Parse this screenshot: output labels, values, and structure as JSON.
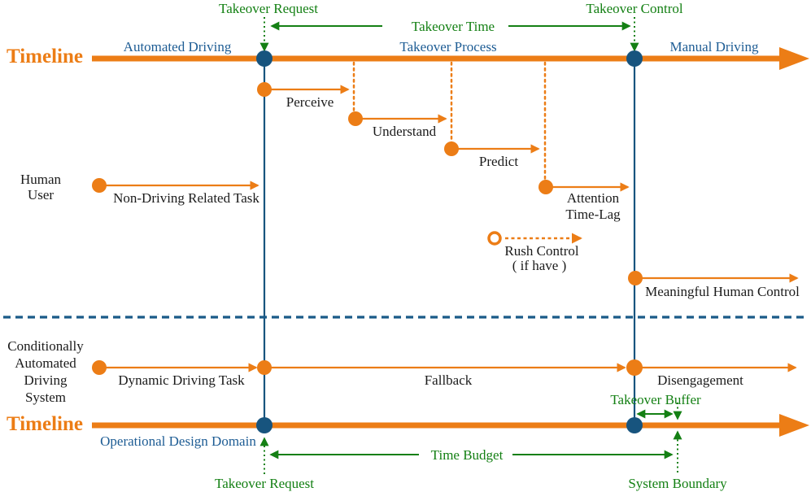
{
  "colors": {
    "orange": "#EC7D16",
    "blue_line": "#17547E",
    "blue_text": "#1D5C94",
    "green": "#148014",
    "black": "#1B1B1B",
    "dashed_divider_blue": "#1A5B88"
  },
  "top_timeline": {
    "title": "Timeline",
    "phase_automated": "Automated Driving",
    "phase_process": "Takeover Process",
    "phase_manual": "Manual Driving",
    "takeover_request": "Takeover Request",
    "takeover_time": "Takeover Time",
    "takeover_control": "Takeover Control"
  },
  "human": {
    "actor_line1": "Human",
    "actor_line2": "User",
    "non_driving_related_task": "Non-Driving Related Task",
    "perceive": "Perceive",
    "understand": "Understand",
    "predict": "Predict",
    "attention_line1": "Attention",
    "attention_line2": "Time-Lag",
    "rush_control_line1": "Rush Control",
    "rush_control_line2": "( if have )",
    "meaningful_human_control": "Meaningful Human Control"
  },
  "system": {
    "actor_line1": "Conditionally",
    "actor_line2": "Automated",
    "actor_line3": "Driving",
    "actor_line4": "System",
    "dynamic_driving_task": "Dynamic Driving Task",
    "fallback": "Fallback",
    "disengagement": "Disengagement"
  },
  "bottom_timeline": {
    "title": "Timeline",
    "operational_design_domain": "Operational Design Domain",
    "takeover_request": "Takeover Request",
    "time_budget": "Time Budget",
    "takeover_buffer": "Takeover Buffer",
    "system_boundary": "System Boundary"
  }
}
